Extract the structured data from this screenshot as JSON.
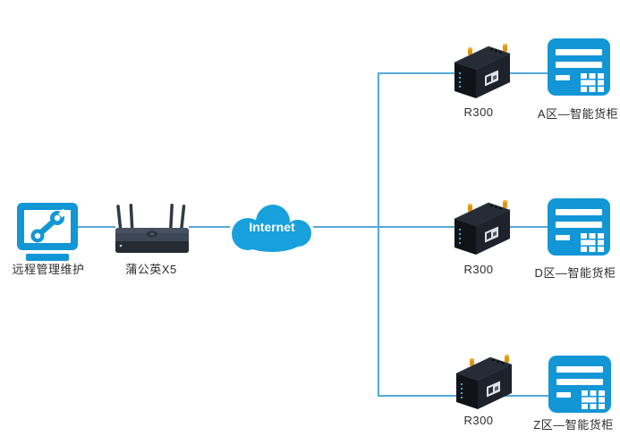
{
  "colors": {
    "accent_blue": "#1296D6",
    "cloud_blue": "#18A0DC",
    "line_blue": "#55A8D8",
    "device_dark": "#23272E",
    "antenna_orange": "#E8960F",
    "label_text": "#2D2D2D"
  },
  "nodes": {
    "management": {
      "label": "远程管理维护",
      "icon": "monitor-wrench-icon"
    },
    "gateway": {
      "label": "蒲公英X5",
      "icon": "wireless-router-icon"
    },
    "internet": {
      "label": "Internet",
      "icon": "cloud-icon"
    },
    "branches": [
      {
        "router_label": "R300",
        "cabinet_label": "A区—智能货柜"
      },
      {
        "router_label": "R300",
        "cabinet_label": "D区—智能货柜"
      },
      {
        "router_label": "R300",
        "cabinet_label": "Z区—智能货柜"
      }
    ]
  }
}
